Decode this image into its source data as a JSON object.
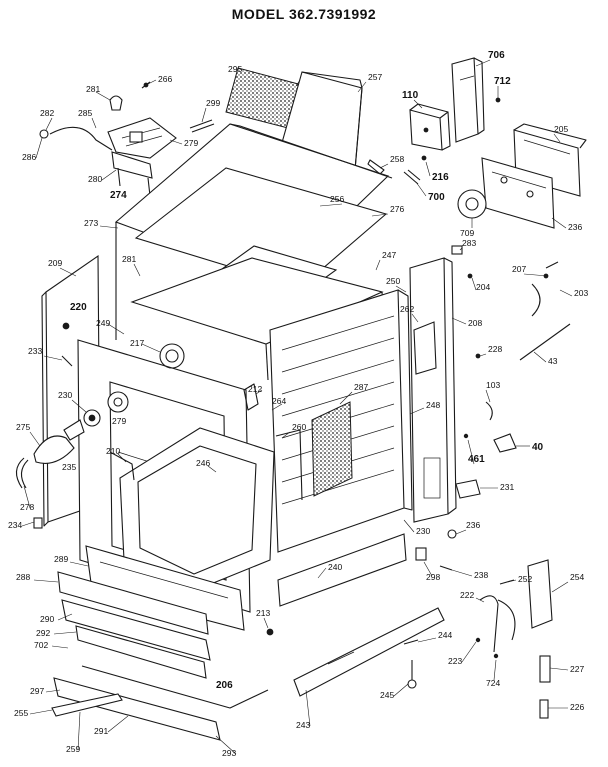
{
  "title": "MODEL 362.7391992",
  "labels": [
    {
      "id": "p266",
      "text": "266"
    },
    {
      "id": "p295",
      "text": "295"
    },
    {
      "id": "p257",
      "text": "257"
    },
    {
      "id": "p706",
      "text": "706"
    },
    {
      "id": "p712",
      "text": "712"
    },
    {
      "id": "p110",
      "text": "110"
    },
    {
      "id": "p205",
      "text": "205"
    },
    {
      "id": "p281a",
      "text": "281"
    },
    {
      "id": "p299",
      "text": "299"
    },
    {
      "id": "p282",
      "text": "282"
    },
    {
      "id": "p285",
      "text": "285"
    },
    {
      "id": "p279a",
      "text": "279"
    },
    {
      "id": "p286",
      "text": "286"
    },
    {
      "id": "p280",
      "text": "280"
    },
    {
      "id": "p274",
      "text": "274"
    },
    {
      "id": "p258",
      "text": "258"
    },
    {
      "id": "p216",
      "text": "216"
    },
    {
      "id": "p700",
      "text": "700"
    },
    {
      "id": "p256",
      "text": "256"
    },
    {
      "id": "p276",
      "text": "276"
    },
    {
      "id": "p709",
      "text": "709"
    },
    {
      "id": "p236a",
      "text": "236"
    },
    {
      "id": "p273",
      "text": "273"
    },
    {
      "id": "p283",
      "text": "283"
    },
    {
      "id": "p209",
      "text": "209"
    },
    {
      "id": "p281b",
      "text": "281"
    },
    {
      "id": "p247",
      "text": "247"
    },
    {
      "id": "p207",
      "text": "207"
    },
    {
      "id": "p204",
      "text": "204"
    },
    {
      "id": "p203",
      "text": "203"
    },
    {
      "id": "p250",
      "text": "250"
    },
    {
      "id": "p220",
      "text": "220"
    },
    {
      "id": "p262",
      "text": "262"
    },
    {
      "id": "p208",
      "text": "208"
    },
    {
      "id": "p249",
      "text": "249"
    },
    {
      "id": "p217",
      "text": "217"
    },
    {
      "id": "p233",
      "text": "233"
    },
    {
      "id": "p228",
      "text": "228"
    },
    {
      "id": "p43",
      "text": "43"
    },
    {
      "id": "p212",
      "text": "212"
    },
    {
      "id": "p287",
      "text": "287"
    },
    {
      "id": "p103",
      "text": "103"
    },
    {
      "id": "p230a",
      "text": "230"
    },
    {
      "id": "p279b",
      "text": "279"
    },
    {
      "id": "p264",
      "text": "264"
    },
    {
      "id": "p248",
      "text": "248"
    },
    {
      "id": "p275",
      "text": "275"
    },
    {
      "id": "p260",
      "text": "260"
    },
    {
      "id": "p210",
      "text": "210"
    },
    {
      "id": "p246",
      "text": "246"
    },
    {
      "id": "p40",
      "text": "40"
    },
    {
      "id": "p235",
      "text": "235"
    },
    {
      "id": "p461",
      "text": "461"
    },
    {
      "id": "p231",
      "text": "231"
    },
    {
      "id": "p278",
      "text": "278"
    },
    {
      "id": "p234",
      "text": "234"
    },
    {
      "id": "p230b",
      "text": "230"
    },
    {
      "id": "p236b",
      "text": "236"
    },
    {
      "id": "p289",
      "text": "289"
    },
    {
      "id": "p240",
      "text": "240"
    },
    {
      "id": "p298",
      "text": "298"
    },
    {
      "id": "p238",
      "text": "238"
    },
    {
      "id": "p288",
      "text": "288"
    },
    {
      "id": "p252",
      "text": "252"
    },
    {
      "id": "p254",
      "text": "254"
    },
    {
      "id": "p222",
      "text": "222"
    },
    {
      "id": "p290",
      "text": "290"
    },
    {
      "id": "p213",
      "text": "213"
    },
    {
      "id": "p244",
      "text": "244"
    },
    {
      "id": "p292",
      "text": "292"
    },
    {
      "id": "p702",
      "text": "702"
    },
    {
      "id": "p223",
      "text": "223"
    },
    {
      "id": "p724",
      "text": "724"
    },
    {
      "id": "p227",
      "text": "227"
    },
    {
      "id": "p206",
      "text": "206"
    },
    {
      "id": "p297",
      "text": "297"
    },
    {
      "id": "p245",
      "text": "245"
    },
    {
      "id": "p255",
      "text": "255"
    },
    {
      "id": "p243",
      "text": "243"
    },
    {
      "id": "p226",
      "text": "226"
    },
    {
      "id": "p291",
      "text": "291"
    },
    {
      "id": "p259",
      "text": "259"
    },
    {
      "id": "p293",
      "text": "293"
    }
  ]
}
